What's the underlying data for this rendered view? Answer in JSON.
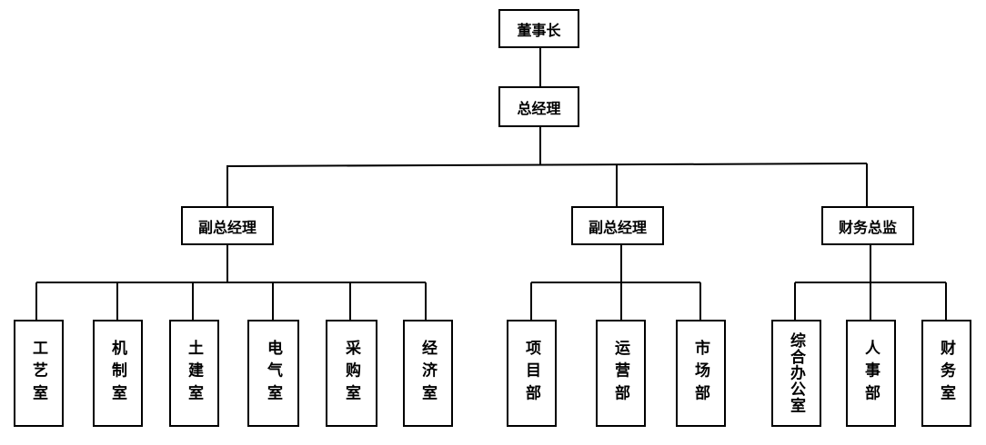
{
  "chairman": "董事长",
  "general_manager": "总经理",
  "deputy_gm_1": "副总经理",
  "deputy_gm_2": "副总经理",
  "cfo": "财务总监",
  "dept_1": "工艺室",
  "dept_2": "机制室",
  "dept_3": "土建室",
  "dept_4": "电气室",
  "dept_5": "采购室",
  "dept_6": "经济室",
  "dept_7": "项目部",
  "dept_8": "运营部",
  "dept_9": "市场部",
  "dept_10": "综合办公室",
  "dept_11": "人事部",
  "dept_12": "财务室"
}
